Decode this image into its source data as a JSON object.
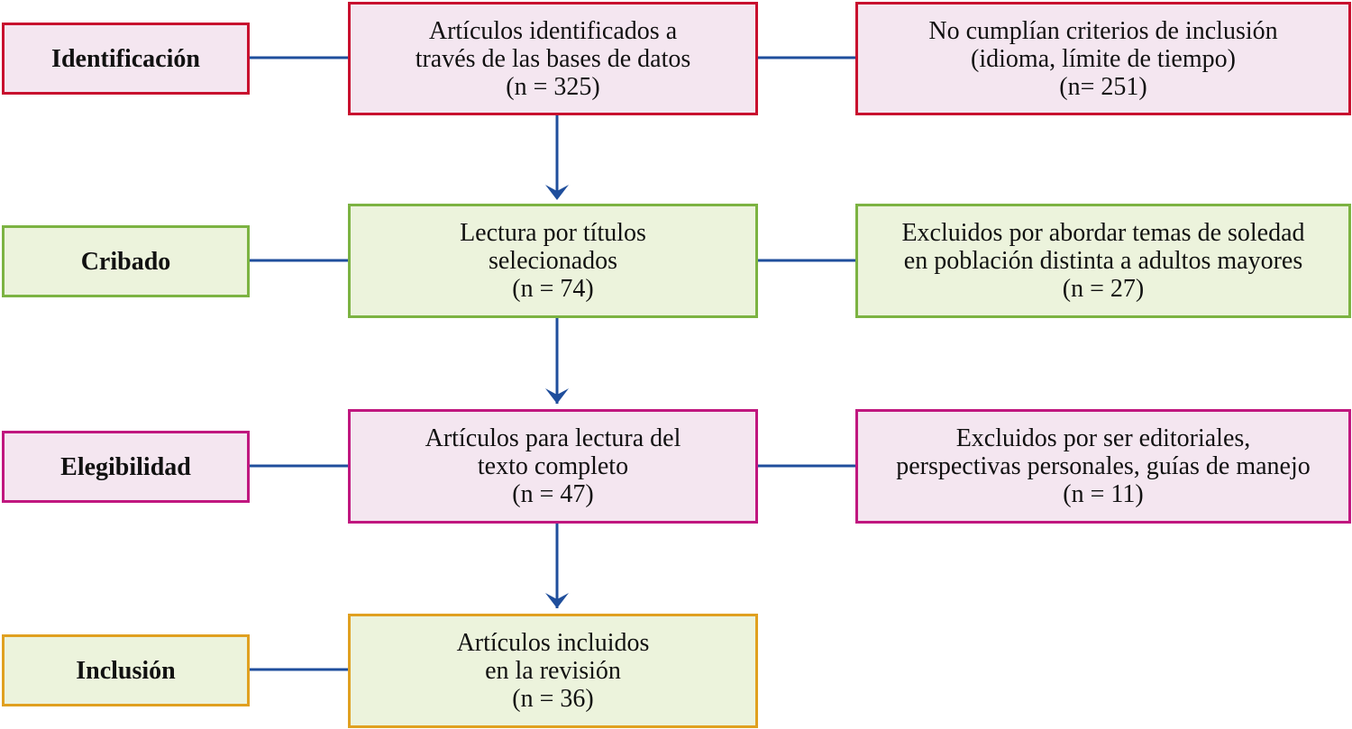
{
  "colors": {
    "connector": "#1f4e9c",
    "identification_border": "#c8102e",
    "screening_border": "#7cb342",
    "eligibility_border": "#c0177f",
    "inclusion_border": "#e0a020",
    "pink_fill": "#f4e6f0",
    "green_fill": "#ecf3dc"
  },
  "stages": [
    {
      "label": "Identificación",
      "main": [
        "Artículos identificados a",
        "través de las bases de datos",
        "(n = 325)"
      ],
      "excluded": [
        "No cumplían criterios de inclusión",
        "(idioma, límite de tiempo)",
        "(n= 251)"
      ]
    },
    {
      "label": "Cribado",
      "main": [
        "Lectura por títulos",
        "selecionados",
        "(n = 74)"
      ],
      "excluded": [
        "Excluidos por abordar temas de soledad",
        "en población distinta a adultos mayores",
        "(n = 27)"
      ]
    },
    {
      "label": "Elegibilidad",
      "main": [
        "Artículos para lectura del",
        "texto completo",
        "(n = 47)"
      ],
      "excluded": [
        "Excluidos por ser editoriales,",
        "perspectivas personales, guías de manejo",
        "(n = 11)"
      ]
    },
    {
      "label": "Inclusión",
      "main": [
        "Artículos incluidos",
        "en la revisión",
        "(n = 36)"
      ]
    }
  ]
}
